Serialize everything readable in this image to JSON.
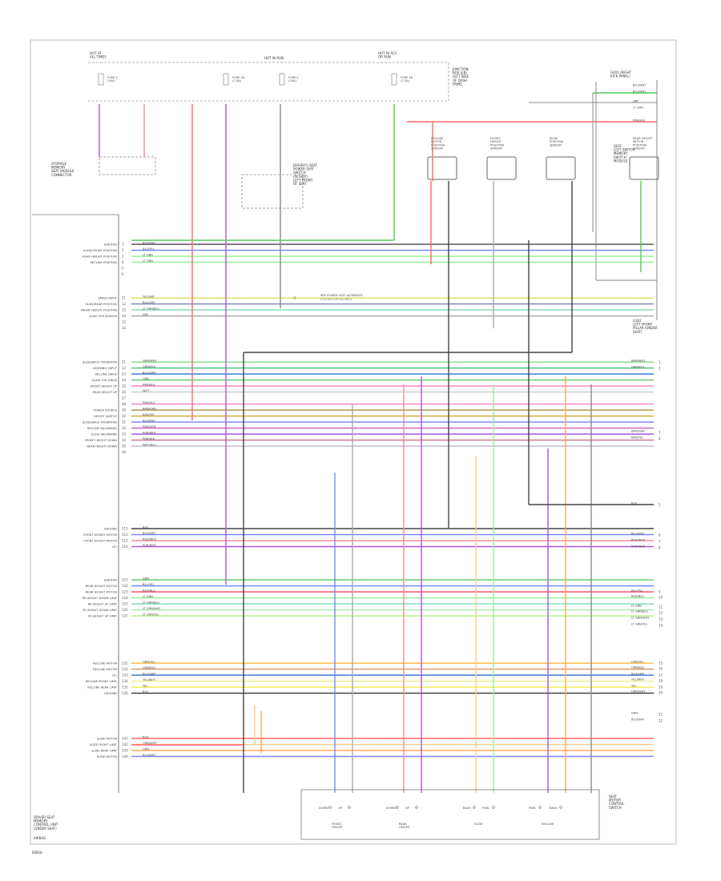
{
  "top_labels": {
    "hot_fuse": "HOT AT\nALL TIMES",
    "hot_run": "HOT IN RUN",
    "hot_acc": "HOT IN ACC\nOR RUN",
    "junction_block": "JUNCTION\nBOX (J/B)\nLEFT SIDE\nOF DASH\nPANEL",
    "g_right": "G401 (RIGHT\nKICK PANEL)"
  },
  "fuses": [
    {
      "label": "FUSE 2\n(30A)"
    },
    {
      "label": "FUSE 28\n(7.5A)"
    },
    {
      "label": "FUSE 4\n(15A)"
    },
    {
      "label": "FUSE 18\n(7.5A)"
    }
  ],
  "components": {
    "memory_module": "STORAGE\nMEMORY\nSEAT MODULE\nCONNECTOR",
    "power_seat_switch": "DRIVER'S SEAT\nPOWER SEAT\nSWITCH\n(IN SEAT)\nLEFT FRONT\nOF SEAT",
    "motor_labels": [
      "RECLINE\nMOTOR\nPOSITION\nSENSOR",
      "FRONT\nHEIGHT\nPOSITION\nSENSOR",
      "SLIDE\nPOSITION\nSENSOR",
      "REAR HEIGHT\nMOTOR\nPOSITION\nSENSOR"
    ],
    "right_module": "SEAT\nLEFT SWITCH\nMEMORY\nSWITCH\nMODULE",
    "bottom_switch": "SEAT\nMOTOR\nCONTROL\nSWITCH",
    "ground_label": "G302\nLEFT FRONT\nPILLAR (UNDER\nSEAT)",
    "note": "SEE POWER SEAT ALTERNATE\nSYSTEM FOR DETAILS"
  },
  "left_module": {
    "title": "DRIVER SEAT\nMEMORY\nCONTROL UNIT\n(UNDER SEAT)",
    "footer": "AIRBAG"
  },
  "pin_groups": [
    {
      "rows": [
        {
          "label": "IGNITION",
          "pin": "1",
          "wire": "BLK/WHT"
        },
        {
          "label": "SLIDE/FRONT POSITION",
          "pin": "2",
          "wire": "BLU/YEL"
        },
        {
          "label": "REAR HEIGHT POSITION",
          "pin": "3",
          "wire": "LT GRN"
        },
        {
          "label": "RECLINE POSITION",
          "pin": "4",
          "wire": "LT GRN"
        },
        {
          "label": "",
          "pin": "5",
          "wire": ""
        },
        {
          "label": "",
          "pin": "6",
          "wire": ""
        }
      ]
    },
    {
      "rows": [
        {
          "label": "SPEED INPUT",
          "pin": "11",
          "wire": "YEL/GRY"
        },
        {
          "label": "SLIDE/REAR POSITION",
          "pin": "12",
          "wire": "BLU/GRY"
        },
        {
          "label": "FRONT HEIGHT POSITION",
          "pin": "13",
          "wire": "LT GRN/BLU"
        },
        {
          "label": "SLIDE FOR SENSOR",
          "pin": "14",
          "wire": "GRY"
        },
        {
          "label": "",
          "pin": "15",
          "wire": ""
        },
        {
          "label": "",
          "pin": "16",
          "wire": ""
        }
      ]
    },
    {
      "rows": [
        {
          "label": "SLIDE/BACK OPERATION",
          "pin": "21",
          "wire": "GRN/WHT"
        },
        {
          "label": "ASSEMBLY INPUT",
          "pin": "22",
          "wire": "GRN/BLU"
        },
        {
          "label": "RECLINE DRIVE",
          "pin": "23",
          "wire": "BLU/GRN"
        },
        {
          "label": "SLIDE FOR DRIVE",
          "pin": "24",
          "wire": "GRN"
        },
        {
          "label": "FRONT HEIGHT UP",
          "pin": "25",
          "wire": "PNK/BLU"
        },
        {
          "label": "REAR HEIGHT UP",
          "pin": "26",
          "wire": "WHT"
        },
        {
          "label": "",
          "pin": "27",
          "wire": ""
        },
        {
          "label": "",
          "pin": "28",
          "wire": "PNK/BLU"
        },
        {
          "label": "POWER SOURCE",
          "pin": "29",
          "wire": "BRN/GRN"
        },
        {
          "label": "HEIGHT SWITCH",
          "pin": "30",
          "wire": "BRN/YEL"
        },
        {
          "label": "SLIDE/BACK OPERATION",
          "pin": "31",
          "wire": "BLU/WHT"
        },
        {
          "label": "RECLINE BACKWARD",
          "pin": "32",
          "wire": "PNK/GRN"
        },
        {
          "label": "SLIDE BACKWARD",
          "pin": "33",
          "wire": "PUR/WHT"
        },
        {
          "label": "FRONT HEIGHT DOWN",
          "pin": "34",
          "wire": "PNK/BLK"
        },
        {
          "label": "REAR HEIGHT DOWN",
          "pin": "35",
          "wire": "WHT/BLU"
        },
        {
          "label": "",
          "pin": "36",
          "wire": ""
        }
      ]
    },
    {
      "rows": [
        {
          "label": "GROUND",
          "pin": "111",
          "wire": "BLK"
        },
        {
          "label": "FRONT HEIGHT MOTOR",
          "pin": "112",
          "wire": "BLU/WHT"
        },
        {
          "label": "FRONT HEIGHT MOTOR",
          "pin": "113",
          "wire": "RED/WHT"
        },
        {
          "label": "LTC",
          "pin": "114",
          "wire": "PUR/WHT"
        }
      ]
    },
    {
      "rows": [
        {
          "label": "IGNITION",
          "pin": "121",
          "wire": "GRN"
        },
        {
          "label": "REAR HEIGHT MOTOR",
          "pin": "122",
          "wire": "BLU/YEL"
        },
        {
          "label": "REAR HEIGHT MOTOR",
          "pin": "123",
          "wire": "RED/BLU"
        },
        {
          "label": "RR HEIGHT DOWN LIMIT",
          "pin": "124",
          "wire": "LT GRN"
        },
        {
          "label": "RR HEIGHT UP LIMIT",
          "pin": "125",
          "wire": "LT GRN/BLU"
        },
        {
          "label": "FR HEIGHT DOWN LIMIT",
          "pin": "126",
          "wire": "LT GRN/WHT"
        },
        {
          "label": "FR HEIGHT UP LIMIT",
          "pin": "127",
          "wire": "LT GRN/YEL"
        }
      ]
    },
    {
      "rows": [
        {
          "label": "RECLINE MOTOR",
          "pin": "131",
          "wire": "ORN/YEL"
        },
        {
          "label": "RECLINE MOTOR",
          "pin": "132",
          "wire": "ORN/BLU"
        },
        {
          "label": "LTC",
          "pin": "133",
          "wire": "BLU/GRN"
        },
        {
          "label": "RECLINE FRONT LIMIT",
          "pin": "134",
          "wire": "YEL/WHT"
        },
        {
          "label": "RECLINE REAR LIMIT",
          "pin": "135",
          "wire": "YEL"
        },
        {
          "label": "GROUND",
          "pin": "136",
          "wire": "BLK"
        }
      ]
    },
    {
      "rows": [
        {
          "label": "SLIDE MOTOR",
          "pin": "141",
          "wire": "RED"
        },
        {
          "label": "SLIDE FRONT LIMIT",
          "pin": "142",
          "wire": "ORN/WHT"
        },
        {
          "label": "SLIDE REAR LIMIT",
          "pin": "143",
          "wire": "ORN"
        },
        {
          "label": "SLIDE MOTOR",
          "pin": "144",
          "wire": "BLU/WHT"
        }
      ]
    }
  ],
  "right_labels": [
    "BRN/WHT",
    "GRN/BLU",
    "BRN/GRN",
    "BRN/YEL",
    "BLK",
    "BLU/WHT",
    "RED/WHT",
    "PUR/WHT",
    "BLU/YEL",
    "RED/BLU",
    "LT GRN",
    "LT GRN/BLU",
    "LT GRN/WHT",
    "LT GRN/YEL",
    "ORN/YEL",
    "ORN/BLU",
    "BLU/GRN",
    "YEL/WHT",
    "YEL",
    "ORN/WHT",
    "ORN",
    "BLU/WHT"
  ],
  "right_top_wires": [
    "BLU/WHT",
    "BLU/WHT",
    "GRY",
    "LT GRN",
    "PNK/BLK"
  ],
  "bottom_switch_labels": [
    "DOWN",
    "UP",
    "DOWN",
    "UP",
    "BACK",
    "FWD",
    "FWD",
    "BACK"
  ],
  "bottom_switch_names": [
    "FRONT\nHEIGHT",
    "REAR\nHEIGHT",
    "SLIDE",
    "RECLINE"
  ],
  "footer": "E6818"
}
